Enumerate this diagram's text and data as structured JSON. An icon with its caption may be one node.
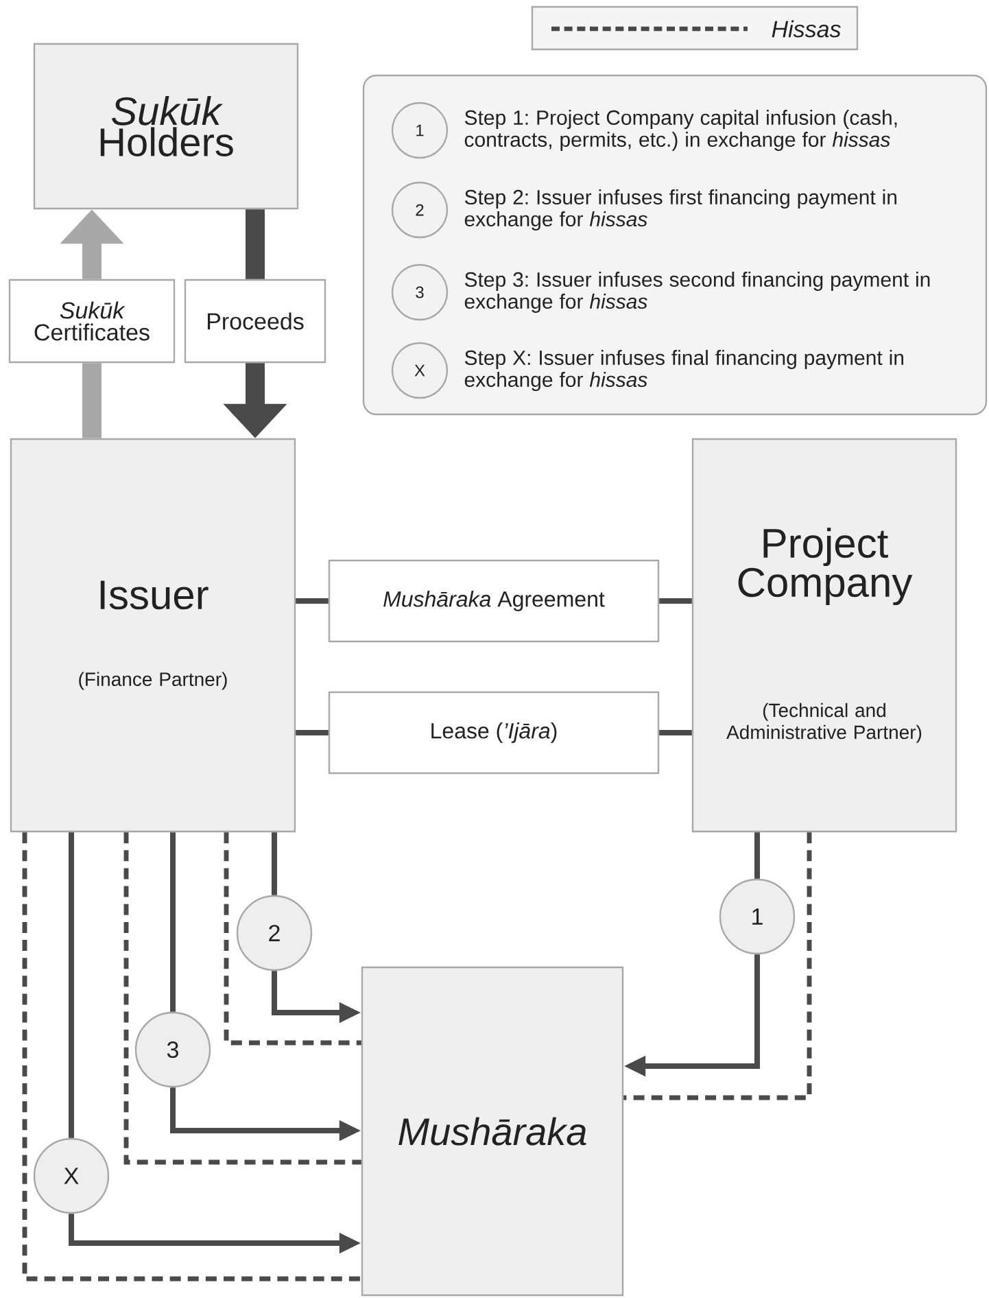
{
  "diagram": {
    "nodes": [
      {
        "text": [
          "*Sukūk* Holders"
        ]
      },
      {
        "text": [
          "1"
        ],
        "beside": [
          "Step 1: Project Company capital infusion (cash, contracts, permits, etc.) in exchange for *hissas*"
        ]
      },
      {
        "text": [
          "2"
        ],
        "beside": [
          "Step 2: Issuer infuses first financing payment in exchange for *hissas*"
        ]
      },
      {
        "text": [
          "3"
        ],
        "beside": [
          "Step 3: Issuer infuses second financing payment in exchange for *hissas*"
        ]
      },
      {
        "text": [
          "X"
        ],
        "beside": [
          "Step X: Issuer infuses final financing payment in exchange for *hissas*"
        ]
      },
      {
        "text": [
          "*Sukūk* Certificates"
        ]
      },
      {
        "text": [
          "Proceeds"
        ]
      },
      {
        "text": [
          "Issuer",
          "(Finance Partner)"
        ]
      },
      {
        "text": [
          "Project Company",
          "(Technical and Administrative Partner)"
        ]
      },
      {
        "text": [
          "*Mushāraka* Agreement"
        ]
      },
      {
        "text": [
          "Lease (*’Ijāra*)"
        ]
      },
      {
        "text": [
          "2"
        ]
      },
      {
        "text": [
          "1"
        ]
      },
      {
        "text": [
          "3"
        ]
      },
      {
        "text": [
          "X"
        ]
      },
      {
        "text": [
          "Mushāraka"
        ]
      }
    ],
    "edges": [
      {
        "from": 7,
        "to": 5,
        "arrow": "none",
        "style": "thick",
        "color": "#a8a8a8"
      },
      {
        "from": 5,
        "to": 0,
        "arrow": "to",
        "style": "thick",
        "color": "#a8a8a8"
      },
      {
        "from": 0,
        "to": 6,
        "arrow": "none",
        "style": "thick"
      },
      {
        "from": 6,
        "to": 7,
        "arrow": "to",
        "style": "thick"
      },
      {
        "from": 7,
        "to": 9,
        "arrow": "none"
      },
      {
        "from": 9,
        "to": 8,
        "arrow": "none"
      },
      {
        "from": 7,
        "to": 10,
        "arrow": "none"
      },
      {
        "from": 10,
        "to": 8,
        "arrow": "none"
      },
      {
        "from": 8,
        "to": 12,
        "arrow": "none"
      },
      {
        "from": 12,
        "to": 15,
        "arrow": "to"
      },
      {
        "from": 8,
        "to": 15,
        "arrow": "none",
        "style": "dashed"
      },
      {
        "from": 7,
        "to": 11,
        "arrow": "none"
      },
      {
        "from": 11,
        "to": 15,
        "arrow": "to"
      },
      {
        "from": 7,
        "to": 15,
        "arrow": "none",
        "style": "dashed"
      },
      {
        "from": 7,
        "to": 13,
        "arrow": "none"
      },
      {
        "from": 13,
        "to": 15,
        "arrow": "to"
      },
      {
        "from": 7,
        "to": 15,
        "arrow": "none",
        "style": "dashed"
      },
      {
        "from": 7,
        "to": 14,
        "arrow": "none"
      },
      {
        "from": 14,
        "to": 15,
        "arrow": "to"
      },
      {
        "from": 7,
        "to": 15,
        "arrow": "none",
        "style": "dashed"
      }
    ],
    "legend": [
      {
        "text": "Hissas"
      }
    ]
  }
}
